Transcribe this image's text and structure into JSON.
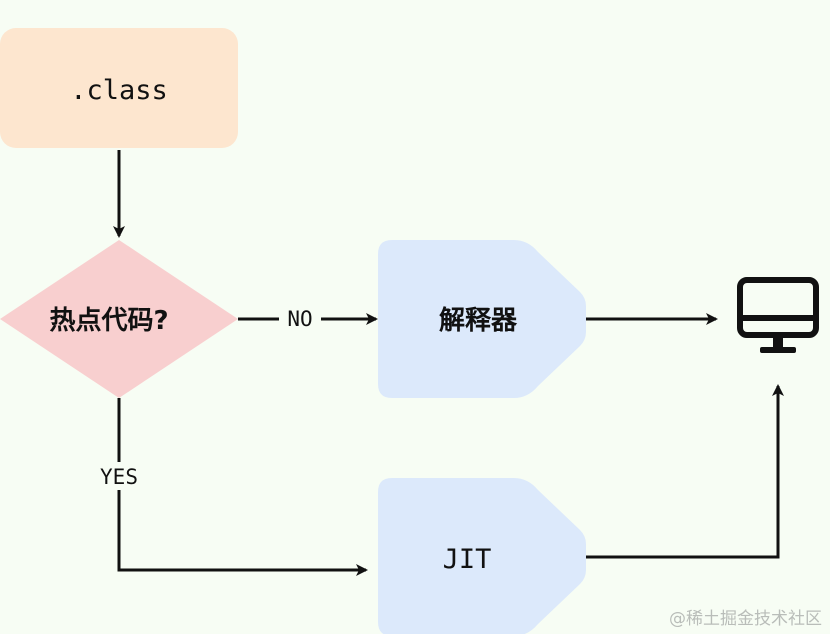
{
  "nodes": {
    "class_file": {
      "label": ".class",
      "fill": "#fde6cf"
    },
    "hot_code_decision": {
      "label": "热点代码?",
      "fill": "#f8cfcf"
    },
    "interpreter": {
      "label": "解释器",
      "fill": "#dce9fb"
    },
    "jit": {
      "label": "JIT",
      "fill": "#dce9fb"
    },
    "computer": {
      "icon": "monitor-icon",
      "stroke": "#111111"
    }
  },
  "edges": {
    "no_label": "NO",
    "yes_label": "YES",
    "stroke": "#111111"
  },
  "watermark": "@稀土掘金技术社区"
}
